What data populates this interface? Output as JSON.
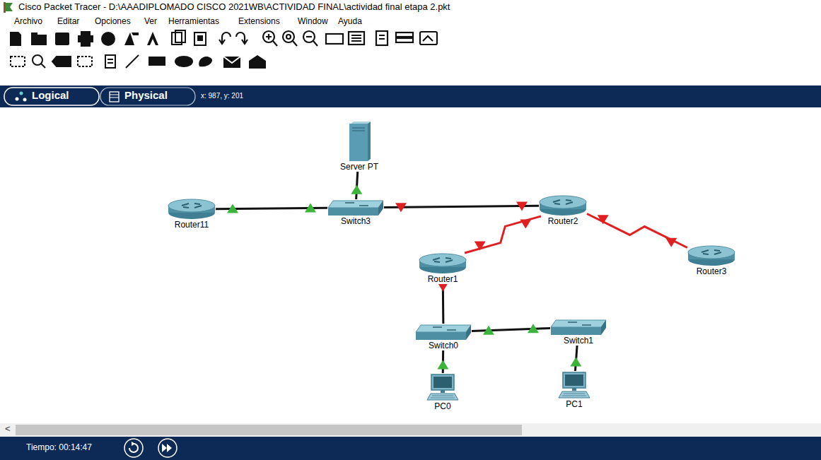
{
  "diagram": {
    "nodes": [
      {
        "text": [
          "Server PT"
        ]
      },
      {
        "text": [
          "Router11"
        ]
      },
      {
        "text": [
          "Switch3"
        ]
      },
      {
        "text": [
          "Router2"
        ]
      },
      {
        "text": [
          "Router1"
        ]
      },
      {
        "text": [
          "Router3"
        ]
      },
      {
        "text": [
          "Switch0"
        ]
      },
      {
        "text": [
          "Switch1"
        ]
      },
      {
        "text": [
          "PC0"
        ]
      },
      {
        "text": [
          "PC1"
        ]
      }
    ],
    "edges": [
      {
        "from": 1,
        "to": 2,
        "arrow": "none"
      },
      {
        "from": 0,
        "to": 2,
        "arrow": "none"
      },
      {
        "from": 2,
        "to": 3,
        "arrow": "none"
      },
      {
        "from": 4,
        "to": 3,
        "arrow": "none"
      },
      {
        "from": 3,
        "to": 5,
        "arrow": "none"
      },
      {
        "from": 4,
        "to": 6,
        "arrow": "none"
      },
      {
        "from": 6,
        "to": 7,
        "arrow": "none"
      },
      {
        "from": 6,
        "to": 8,
        "arrow": "none"
      },
      {
        "from": 7,
        "to": 9,
        "arrow": "none"
      }
    ],
    "labels": [
      "Cisco Packet Tracer - D:\\AAADIPLOMADO CISCO 2021WB\\ACTIVIDAD FINAL\\actividad final etapa 2.pkt",
      "Archivo",
      "Editar",
      "Opciones",
      "Ver",
      "Herramientas",
      "Extensions",
      "Window",
      "Ayuda",
      "Logical",
      "Physical",
      "x: 987, y: 201",
      "<",
      "Tiempo: 00:14:47"
    ]
  }
}
